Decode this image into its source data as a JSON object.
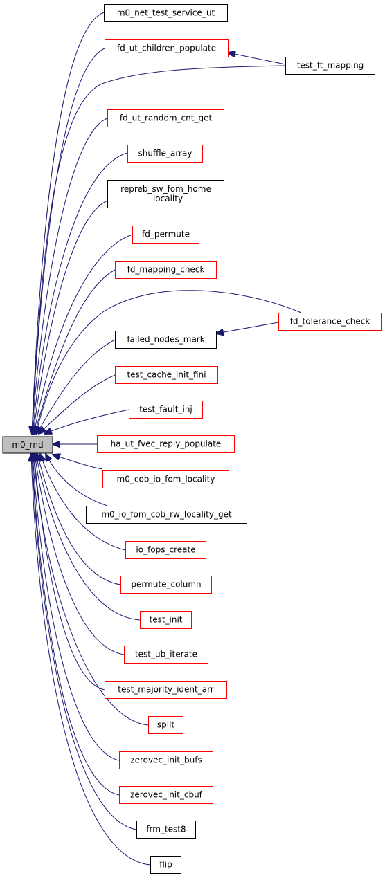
{
  "colors": {
    "edge": "#191970",
    "box_border_default": "#000000",
    "box_border_linked": "#ff0000",
    "focus_fill": "#bfbfbf",
    "box_fill": "#ffffff"
  },
  "focus": {
    "id": "m0_rnd",
    "label": "m0_rnd"
  },
  "nodes": [
    {
      "id": "m0_net_test_service_ut",
      "lines": [
        "m0_net_test_service_ut"
      ],
      "border": "black"
    },
    {
      "id": "fd_ut_children_populate",
      "lines": [
        "fd_ut_children_populate"
      ],
      "border": "red"
    },
    {
      "id": "test_ft_mapping",
      "lines": [
        "test_ft_mapping"
      ],
      "border": "black"
    },
    {
      "id": "fd_ut_random_cnt_get",
      "lines": [
        "fd_ut_random_cnt_get"
      ],
      "border": "red"
    },
    {
      "id": "shuffle_array",
      "lines": [
        "shuffle_array"
      ],
      "border": "red"
    },
    {
      "id": "repreb_sw_fom_home_locality",
      "lines": [
        "repreb_sw_fom_home",
        "_locality"
      ],
      "border": "black"
    },
    {
      "id": "fd_permute",
      "lines": [
        "fd_permute"
      ],
      "border": "red"
    },
    {
      "id": "fd_mapping_check",
      "lines": [
        "fd_mapping_check"
      ],
      "border": "red"
    },
    {
      "id": "fd_tolerance_check",
      "lines": [
        "fd_tolerance_check"
      ],
      "border": "red"
    },
    {
      "id": "failed_nodes_mark",
      "lines": [
        "failed_nodes_mark"
      ],
      "border": "black"
    },
    {
      "id": "test_cache_init_fini",
      "lines": [
        "test_cache_init_fini"
      ],
      "border": "red"
    },
    {
      "id": "test_fault_inj",
      "lines": [
        "test_fault_inj"
      ],
      "border": "red"
    },
    {
      "id": "ha_ut_fvec_reply_populate",
      "lines": [
        "ha_ut_fvec_reply_populate"
      ],
      "border": "red"
    },
    {
      "id": "m0_cob_io_fom_locality",
      "lines": [
        "m0_cob_io_fom_locality"
      ],
      "border": "red"
    },
    {
      "id": "m0_io_fom_cob_rw_locality_get",
      "lines": [
        "m0_io_fom_cob_rw_locality_get"
      ],
      "border": "black"
    },
    {
      "id": "io_fops_create",
      "lines": [
        "io_fops_create"
      ],
      "border": "red"
    },
    {
      "id": "permute_column",
      "lines": [
        "permute_column"
      ],
      "border": "red"
    },
    {
      "id": "test_init",
      "lines": [
        "test_init"
      ],
      "border": "red"
    },
    {
      "id": "test_ub_iterate",
      "lines": [
        "test_ub_iterate"
      ],
      "border": "red"
    },
    {
      "id": "test_majority_ident_arr",
      "lines": [
        "test_majority_ident_arr"
      ],
      "border": "red"
    },
    {
      "id": "split",
      "lines": [
        "split"
      ],
      "border": "red"
    },
    {
      "id": "zerovec_init_bufs",
      "lines": [
        "zerovec_init_bufs"
      ],
      "border": "red"
    },
    {
      "id": "zerovec_init_cbuf",
      "lines": [
        "zerovec_init_cbuf"
      ],
      "border": "red"
    },
    {
      "id": "frm_test8",
      "lines": [
        "frm_test8"
      ],
      "border": "black"
    },
    {
      "id": "flip",
      "lines": [
        "flip"
      ],
      "border": "black"
    }
  ],
  "edges": [
    {
      "from": "m0_net_test_service_ut",
      "to": "m0_rnd"
    },
    {
      "from": "fd_ut_children_populate",
      "to": "m0_rnd"
    },
    {
      "from": "test_ft_mapping",
      "to": "fd_ut_children_populate"
    },
    {
      "from": "test_ft_mapping",
      "to": "m0_rnd"
    },
    {
      "from": "fd_ut_random_cnt_get",
      "to": "m0_rnd"
    },
    {
      "from": "shuffle_array",
      "to": "m0_rnd"
    },
    {
      "from": "repreb_sw_fom_home_locality",
      "to": "m0_rnd"
    },
    {
      "from": "fd_permute",
      "to": "m0_rnd"
    },
    {
      "from": "fd_mapping_check",
      "to": "m0_rnd"
    },
    {
      "from": "fd_tolerance_check",
      "to": "m0_rnd"
    },
    {
      "from": "fd_tolerance_check",
      "to": "failed_nodes_mark"
    },
    {
      "from": "failed_nodes_mark",
      "to": "m0_rnd"
    },
    {
      "from": "test_cache_init_fini",
      "to": "m0_rnd"
    },
    {
      "from": "test_fault_inj",
      "to": "m0_rnd"
    },
    {
      "from": "ha_ut_fvec_reply_populate",
      "to": "m0_rnd"
    },
    {
      "from": "m0_cob_io_fom_locality",
      "to": "m0_rnd"
    },
    {
      "from": "m0_io_fom_cob_rw_locality_get",
      "to": "m0_rnd"
    },
    {
      "from": "io_fops_create",
      "to": "m0_rnd"
    },
    {
      "from": "permute_column",
      "to": "m0_rnd"
    },
    {
      "from": "test_init",
      "to": "m0_rnd"
    },
    {
      "from": "test_ub_iterate",
      "to": "m0_rnd"
    },
    {
      "from": "test_majority_ident_arr",
      "to": "m0_rnd"
    },
    {
      "from": "split",
      "to": "m0_rnd"
    },
    {
      "from": "zerovec_init_bufs",
      "to": "m0_rnd"
    },
    {
      "from": "zerovec_init_cbuf",
      "to": "m0_rnd"
    },
    {
      "from": "frm_test8",
      "to": "m0_rnd"
    },
    {
      "from": "flip",
      "to": "m0_rnd"
    }
  ]
}
